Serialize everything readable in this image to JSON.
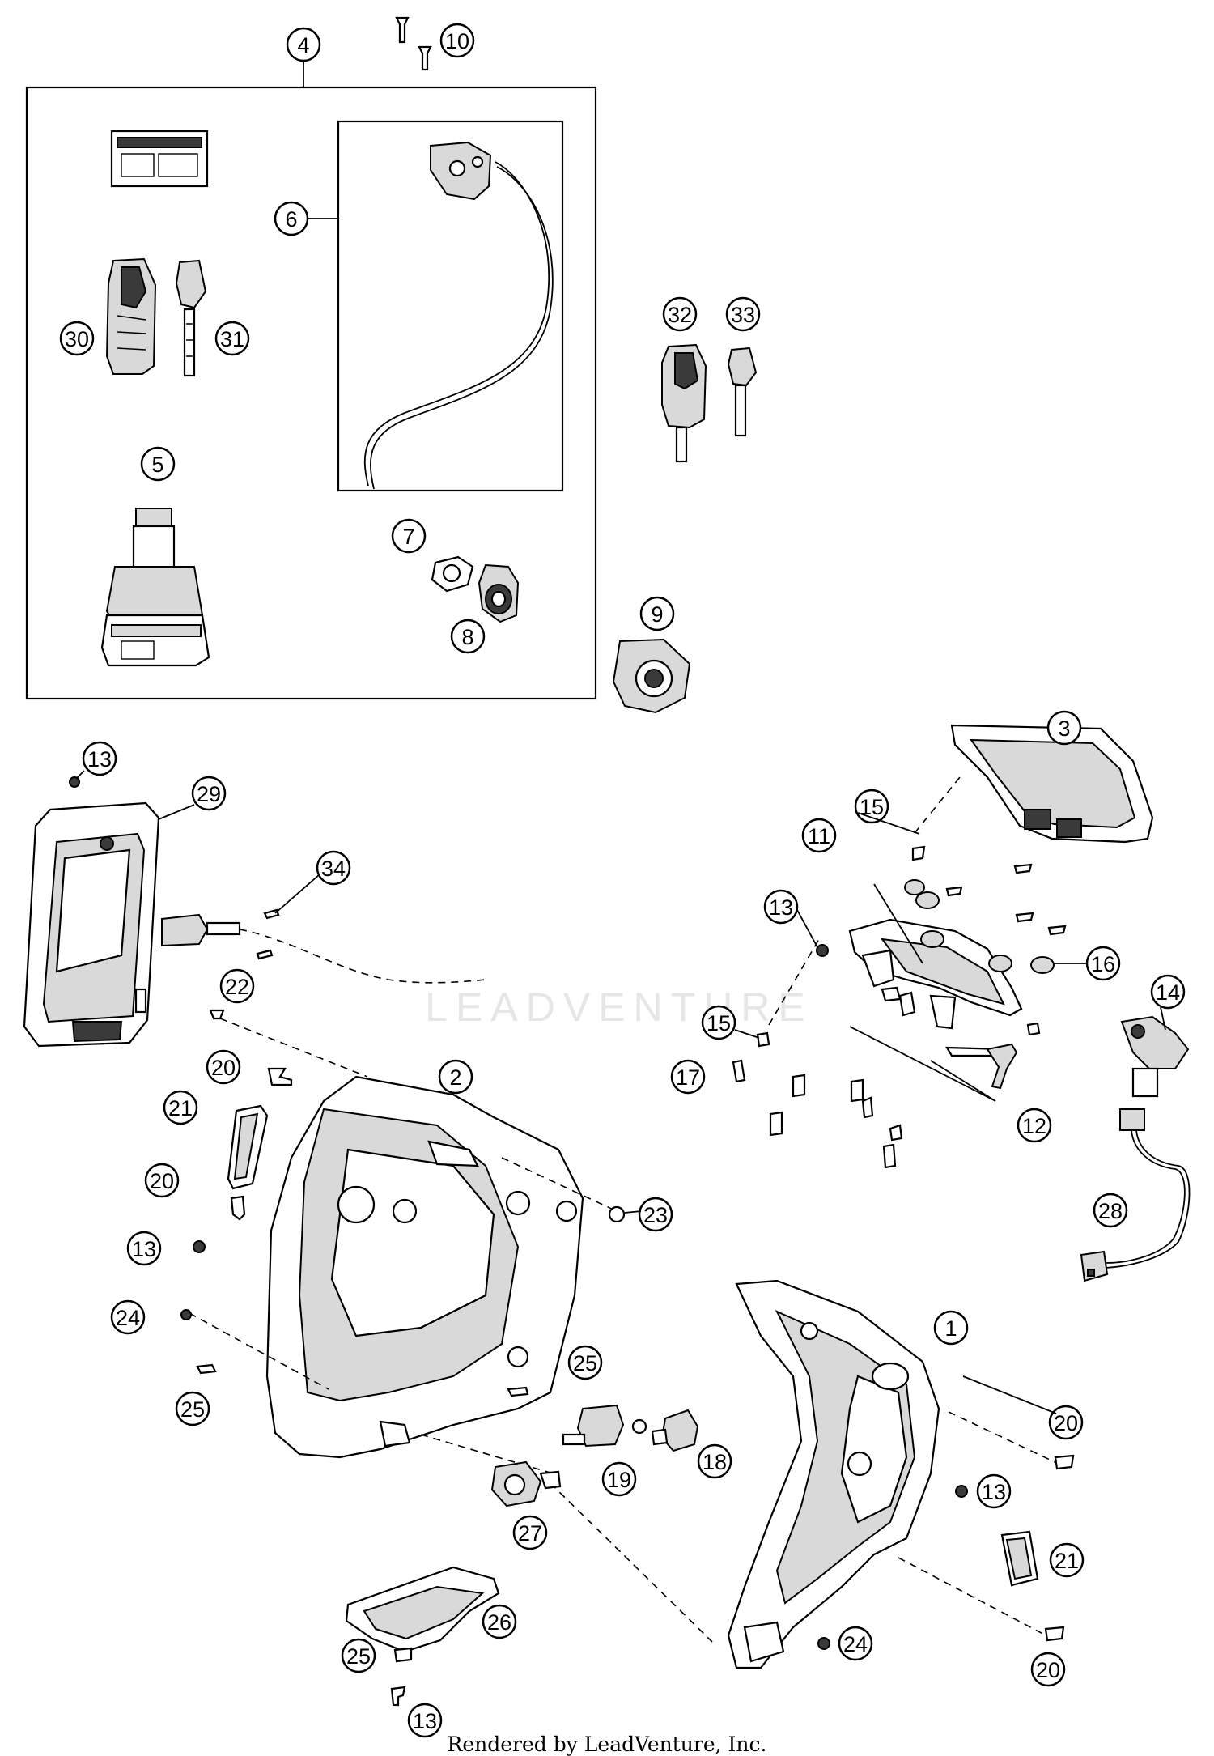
{
  "diagram": {
    "watermark_text": "LEADVENTURE",
    "footer_text": "Rendered by LeadVenture, Inc.",
    "callouts": [
      "1",
      "2",
      "3",
      "4",
      "5",
      "6",
      "7",
      "8",
      "9",
      "10",
      "11",
      "12",
      "13",
      "14",
      "15",
      "16",
      "17",
      "18",
      "19",
      "20",
      "21",
      "22",
      "23",
      "24",
      "25",
      "26",
      "27",
      "28",
      "29",
      "30",
      "31",
      "32",
      "33",
      "34"
    ]
  }
}
